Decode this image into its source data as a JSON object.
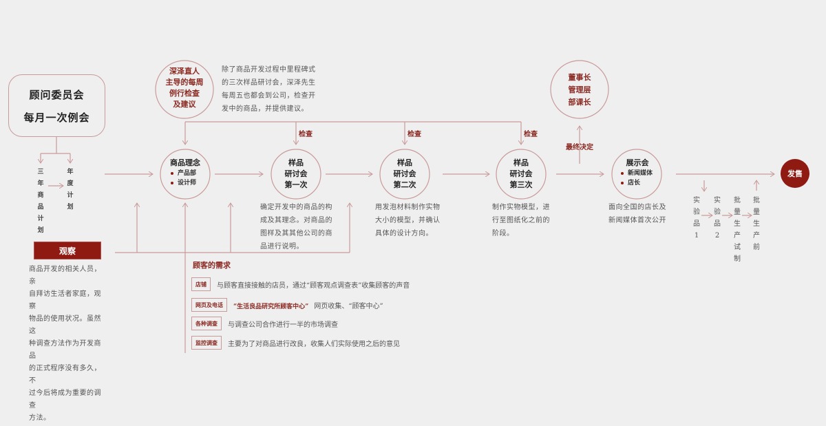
{
  "colors": {
    "background": "#efefef",
    "line": "#c99a9a",
    "accent_red": "#8e1a12",
    "label_red": "#8b2a22"
  },
  "advisory": {
    "line1": "顾问委员会",
    "line2": "每月一次例会"
  },
  "plans": {
    "three_year": "三年商品计划",
    "annual": "年度计划"
  },
  "observation": {
    "label": "观察",
    "lines": [
      "商品开发的相关人员，亲",
      "自拜访生活者家庭，观察",
      "物品的使用状况。虽然这",
      "种调查方法作为开发商品",
      "的正式程序没有多久，不",
      "过今后将成为重要的调查",
      "方法。"
    ]
  },
  "fukasawa": {
    "circle_lines": [
      "深泽直人",
      "主导的每周",
      "例行检查",
      "及建议"
    ],
    "desc_lines": [
      "除了商品开发过程中里程碑式",
      "的三次样品研讨会，深泽先生",
      "每周五也都会到公司，检查开",
      "发中的商品，并提供建议。"
    ]
  },
  "check_label": "检查",
  "stages": [
    {
      "title": "商品理念",
      "bullets": [
        "产品部",
        "设计师"
      ]
    },
    {
      "lines": [
        "样品",
        "研讨会",
        "第一次"
      ],
      "desc_lines": [
        "确定开发中的商品的构",
        "成及其理念。对商品的",
        "图样及其其他公司的商",
        "品进行说明。"
      ]
    },
    {
      "lines": [
        "样品",
        "研讨会",
        "第二次"
      ],
      "desc_lines": [
        "用发泡材料制作实物",
        "大小的模型，并确认",
        "具体的设计方向。"
      ]
    },
    {
      "lines": [
        "样品",
        "研讨会",
        "第三次"
      ],
      "desc_lines": [
        "制作实物模型，进",
        "行至图纸化之前的",
        "阶段。"
      ]
    },
    {
      "title": "展示会",
      "bullets": [
        "新闻媒体",
        "店长"
      ],
      "desc_lines": [
        "面向全国的店长及",
        "新闻媒体首次公开"
      ]
    }
  ],
  "management": {
    "lines": [
      "董事长",
      "管理层",
      "部课长"
    ],
    "decision_label": "最终决定"
  },
  "production_steps": [
    "实验品1",
    "实验品2",
    "批量生产试制",
    "批量生产前"
  ],
  "release": {
    "label": "发售"
  },
  "customer_needs": {
    "title": "顾客的需求",
    "rows": [
      {
        "tag": "店铺",
        "highlight": "",
        "text": "与顾客直接接触的店员，通过“顾客观点调查表”收集顾客的声音"
      },
      {
        "tag": "网页及电话",
        "highlight": "“生活良品研究所顾客中心”",
        "text": "网页收集、“顾客中心”"
      },
      {
        "tag": "各种调查",
        "highlight": "",
        "text": "与调查公司合作进行一半的市场调查"
      },
      {
        "tag": "监控调查",
        "highlight": "",
        "text": "主要为了对商品进行改良，收集人们实际使用之后的意见"
      }
    ]
  }
}
